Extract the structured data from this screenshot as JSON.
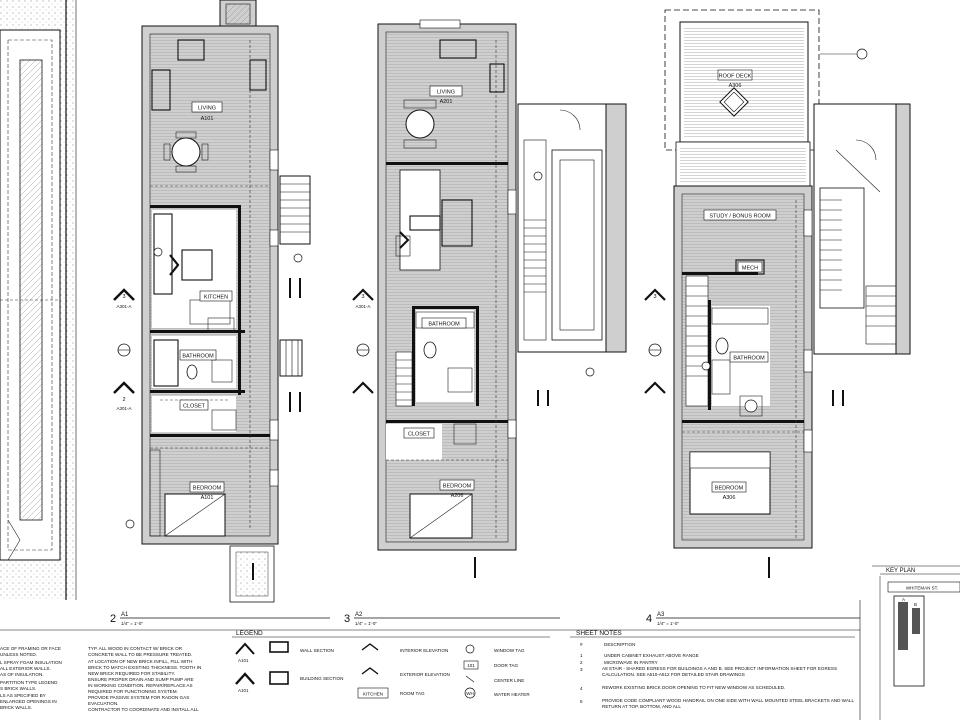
{
  "plans": [
    {
      "number": "2",
      "tag": "A1",
      "scale": "1/4\" = 1'-0\"",
      "rooms": [
        {
          "name": "LIVING",
          "code": "A101"
        },
        {
          "name": "KITCHEN",
          "code": ""
        },
        {
          "name": "BATHROOM",
          "code": ""
        },
        {
          "name": "CLOSET",
          "code": ""
        },
        {
          "name": "BEDROOM",
          "code": "A101"
        }
      ]
    },
    {
      "number": "3",
      "tag": "A2",
      "scale": "1/4\" = 1'-0\"",
      "rooms": [
        {
          "name": "LIVING",
          "code": "A201"
        },
        {
          "name": "BATHROOM",
          "code": ""
        },
        {
          "name": "CLOSET",
          "code": ""
        },
        {
          "name": "BEDROOM",
          "code": "A206"
        }
      ]
    },
    {
      "number": "4",
      "tag": "A3",
      "scale": "1/4\" = 1'-0\"",
      "rooms": [
        {
          "name": "ROOF DECK",
          "code": "A306"
        },
        {
          "name": "STUDY / BONUS ROOM",
          "code": ""
        },
        {
          "name": "MECH",
          "code": ""
        },
        {
          "name": "BATHROOM",
          "code": ""
        },
        {
          "name": "BEDROOM",
          "code": "A306"
        }
      ]
    }
  ],
  "section_markers": [
    "1",
    "2",
    "3"
  ],
  "section_marker_refs": [
    "A301-A",
    "A301-A",
    "A301-A"
  ],
  "legend": {
    "title": "LEGEND",
    "items": [
      {
        "label": "WALL SECTION",
        "tag": "A101"
      },
      {
        "label": "BUILDING SECTION",
        "tag": "A101"
      },
      {
        "label": "INTERIOR ELEVATION",
        "tag": ""
      },
      {
        "label": "EXTERIOR ELEVATION",
        "tag": ""
      },
      {
        "label": "ROOM TAG",
        "tag": "KITCHEN"
      },
      {
        "label": "WINDOW TAG",
        "tag": ""
      },
      {
        "label": "DOOR TAG",
        "tag": "101"
      },
      {
        "label": "CENTER LINE",
        "tag": ""
      },
      {
        "label": "WATER HEATER",
        "tag": "WH"
      }
    ]
  },
  "general_notes": [
    "ACE OF FRAMING OR FACE",
    "UNLESS NOTED.",
    "L SPRAY FOAM INSULATION",
    "ALL EXTERIOR WALLS.",
    "AS OF INSULATION.",
    "PARTITION TYPE LEGEND",
    "S BRICK WALLS.",
    "LS AS SPECIFIED BY",
    "ENLARGED OPENINGS IN",
    "BRICK WALLS."
  ],
  "keyed_notes": [
    "TYP. ALL WOOD IN CONTACT W/ BRICK OR",
    "CONCRETE WALL TO BE PRESSURE TREATED.",
    "AT LOCATION OF NEW BRICK INFILL, FILL WITH",
    "BRICK TO MATCH EXISTING THICKNESS. TOOTH IN",
    "NEW BRICK REQUIRED FOR STABILITY.",
    "ENSURE PROPER DRAIN AND SUMP PUMP ARE",
    "IN WORKING CONDITION. REPAIR/REPLACE AS",
    "REQUIRED FOR FUNCTIONING SYSTEM.",
    "PROVIDE PASSIVE SYSTEM FOR RADON GAS",
    "EVACUATION.",
    "CONTRACTOR TO COORDINATE AND INSTALL ALL"
  ],
  "sheet_notes": {
    "title": "SHEET NOTES",
    "header": [
      "#",
      "DESCRIPTION"
    ],
    "rows": [
      {
        "num": "1",
        "text": "UNDER CABINET EXHAUST ABOVE RANGE"
      },
      {
        "num": "2",
        "text": "MICROWAVE IN PANTRY"
      },
      {
        "num": "3",
        "text": "A8 STAIR - SHARED EGRESS FOR BUILDINGS A AND B. SEE PROJECT INFORMATION SHEET FOR EGRESS CALCULATION. SEE A510-A512 FOR DETAILED STAIR DRAWINGS"
      },
      {
        "num": "4",
        "text": "REWORK EXISTING BRICK DOOR OPENING TO FIT NEW WINDOW AS SCHEDULED."
      },
      {
        "num": "5",
        "text": "PROVIDE CODE COMPLIANT WOOD HANDRAIL ON ONE SIDE WITH WALL MOUNTED STEEL BRACKETS AND WALL RETURN AT TOP, BOTTOM, AND ALL"
      }
    ]
  },
  "key_plan": {
    "title": "KEY PLAN",
    "street": "WHITEMAN ST.",
    "labels": [
      "A",
      "B"
    ]
  },
  "colors": {
    "line": "#111111",
    "hatch": "#9a9a9a",
    "wall_fill": "#cfcfcf",
    "key_fill": "#555555"
  }
}
